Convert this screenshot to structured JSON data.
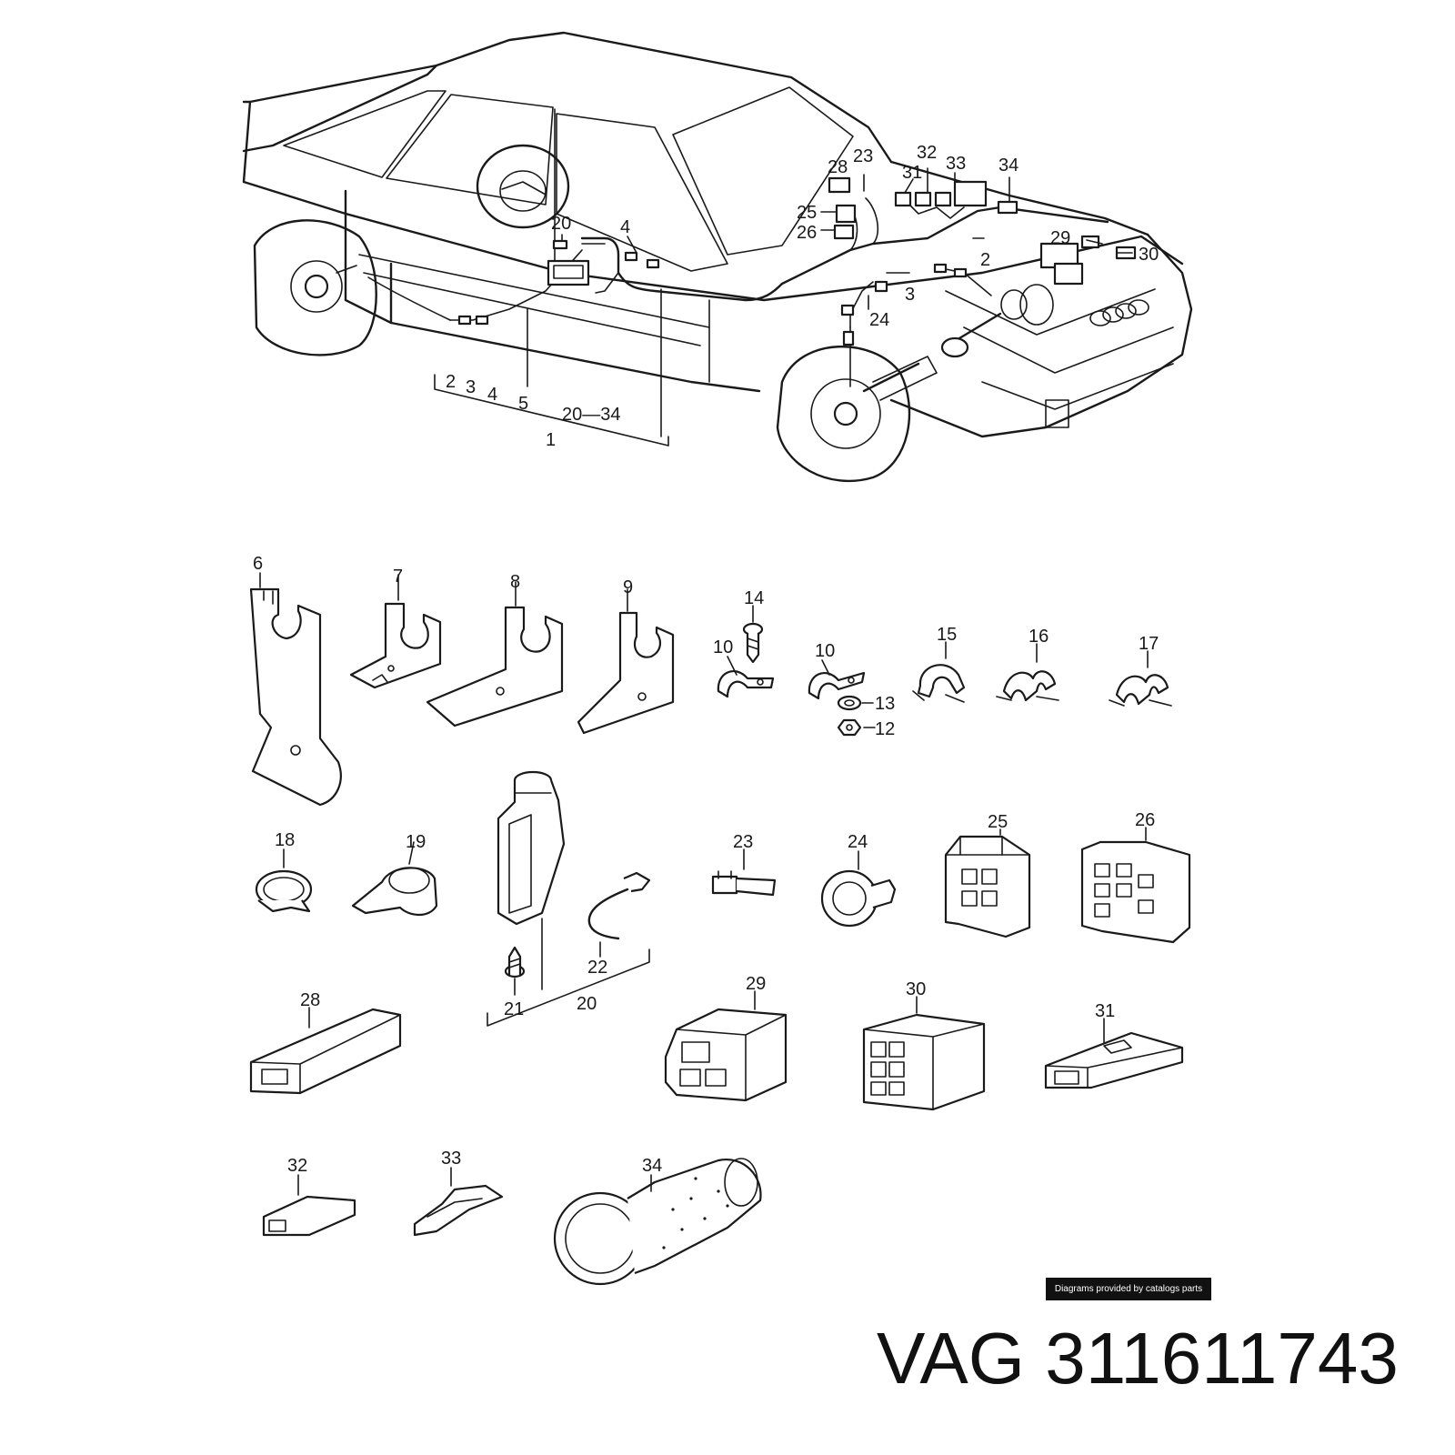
{
  "callouts": {
    "top": {
      "c28": "28",
      "c23": "23",
      "c32": "32",
      "c31": "31",
      "c33": "33",
      "c34": "34",
      "c25": "25",
      "c26": "26",
      "c20": "20",
      "c4": "4",
      "c29": "29",
      "c30": "30",
      "c2": "2",
      "c3": "3",
      "c24": "24",
      "g2": "2",
      "g3": "3",
      "g4": "4",
      "g5": "5",
      "g20_34": "20—34",
      "g1": "1"
    },
    "row1": {
      "c6": "6",
      "c7": "7",
      "c8": "8",
      "c9": "9",
      "c14": "14",
      "c10a": "10",
      "c10b": "10",
      "c13": "13",
      "c12": "12",
      "c15": "15",
      "c16": "16",
      "c17": "17"
    },
    "row2": {
      "c18": "18",
      "c19": "19",
      "c23": "23",
      "c24": "24",
      "c25": "25",
      "c26": "26",
      "c22": "22",
      "c21": "21",
      "c20": "20"
    },
    "row3": {
      "c28": "28",
      "c29": "29",
      "c30": "30",
      "c31": "31"
    },
    "row4": {
      "c32": "32",
      "c33": "33",
      "c34": "34"
    }
  },
  "credit": "Diagrams provided by catalogs parts",
  "brand": {
    "name": "VAG",
    "part_number": "311611743"
  }
}
